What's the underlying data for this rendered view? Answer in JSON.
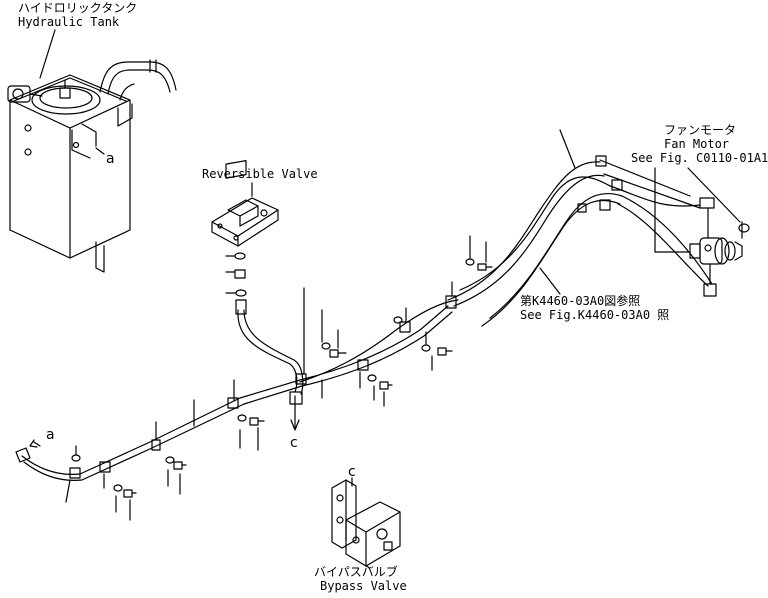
{
  "labels": {
    "hydraulic_tank_jp": "ハイドロリックタンク",
    "hydraulic_tank_en": "Hydraulic Tank",
    "reversible_valve": "Reversible Valve",
    "fan_motor_jp": "ファンモータ",
    "fan_motor_en": "Fan Motor",
    "fan_motor_ref": "See Fig. C0110-01A1",
    "ref_jp": "第K4460-03A0図参照",
    "ref_en": "See Fig.K4460-03A0 照",
    "bypass_valve_jp": "バイパスバルブ",
    "bypass_valve_en": "Bypass Valve"
  },
  "markers": {
    "a_tank": "a",
    "a_left": "a",
    "c_bottom": "c",
    "c_valve": "c"
  }
}
